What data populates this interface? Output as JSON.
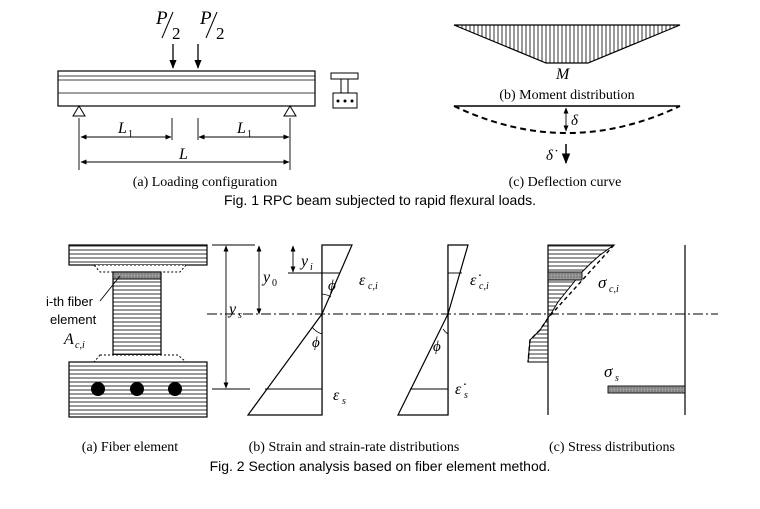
{
  "fig1": {
    "caption": "Fig. 1 RPC beam subjected to rapid flexural loads.",
    "a": {
      "caption": "(a) Loading configuration",
      "load_num": "P",
      "load_den": "2",
      "span_half": "L",
      "span_half_sub": "1",
      "span_total": "L"
    },
    "b": {
      "caption": "(b) Moment distribution",
      "moment_symbol": "M"
    },
    "c": {
      "caption": "(c) Deflection curve",
      "deflection": "δ",
      "deflection_rate": "δ̇"
    }
  },
  "fig2": {
    "caption": "Fig. 2 Section analysis based on fiber element method.",
    "a": {
      "caption": "(a) Fiber element",
      "fiber_label_1": "i-th fiber",
      "fiber_label_2": "element",
      "area_symbol": "A",
      "area_sub": "c,i"
    },
    "b": {
      "caption": "(b) Strain and strain-rate distributions",
      "y_i": "y",
      "y_i_sub": "i",
      "y_0": "y",
      "y_0_sub": "0",
      "y_s": "y",
      "y_s_sub": "s",
      "curvature": "ϕ",
      "eps_ci": "ε",
      "eps_ci_sub": "c,i",
      "eps_s": "ε",
      "eps_s_sub": "s",
      "epsdot_ci": "ε̇",
      "epsdot_ci_sub": "c,i",
      "epsdot_s": "ε̇",
      "epsdot_s_sub": "s"
    },
    "c": {
      "caption": "(c) Stress distributions",
      "sigma_ci": "σ",
      "sigma_ci_sub": "c,i",
      "sigma_s": "σ",
      "sigma_s_sub": "s"
    }
  }
}
